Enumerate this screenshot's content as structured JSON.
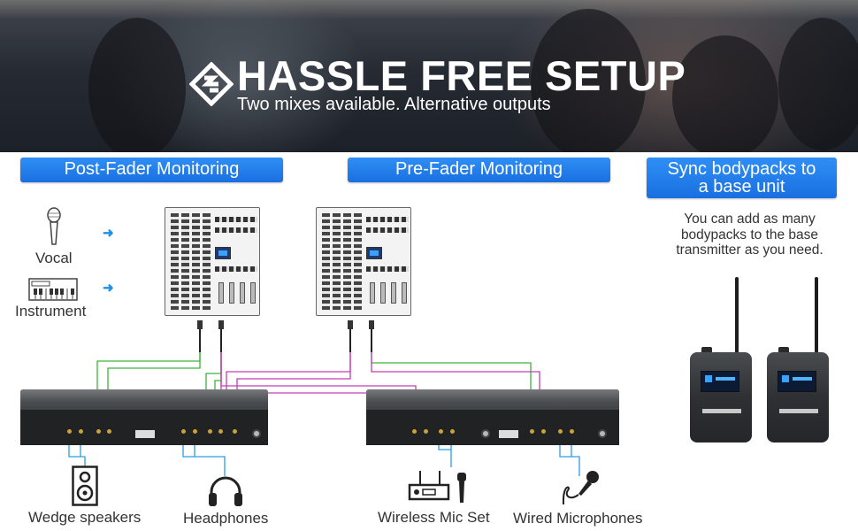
{
  "banner": {
    "title": "HASSLE FREE SETUP",
    "subtitle": "Two mixes available. Alternative outputs"
  },
  "sections": {
    "post_fader": "Post-Fader Monitoring",
    "pre_fader": "Pre-Fader Monitoring",
    "sync_line1": "Sync bodypacks to",
    "sync_line2": "a base unit"
  },
  "sync_description": {
    "line1": "You can add as many",
    "line2": "bodypacks to the base",
    "line3": "transmitter as you need."
  },
  "inputs": {
    "vocal": "Vocal",
    "instrument": "Instrument"
  },
  "outputs": {
    "wedge": "Wedge speakers",
    "headphones": "Headphones",
    "wireless": "Wireless Mic Set",
    "wired": "Wired Microphones"
  },
  "colors": {
    "accent_blue": "#1a6fe0",
    "wire_green": "#3ab53a",
    "wire_magenta": "#c33db3",
    "wire_blue": "#2a9fe0"
  },
  "icons": {
    "logo": "chevron-logo-icon",
    "arrow": "arrow-right-icon",
    "vocal": "microphone-icon",
    "instrument": "keyboard-icon",
    "wedge": "speaker-icon",
    "headphones": "headphones-icon",
    "wireless": "wireless-receiver-icon",
    "wired": "wired-microphone-icon"
  }
}
